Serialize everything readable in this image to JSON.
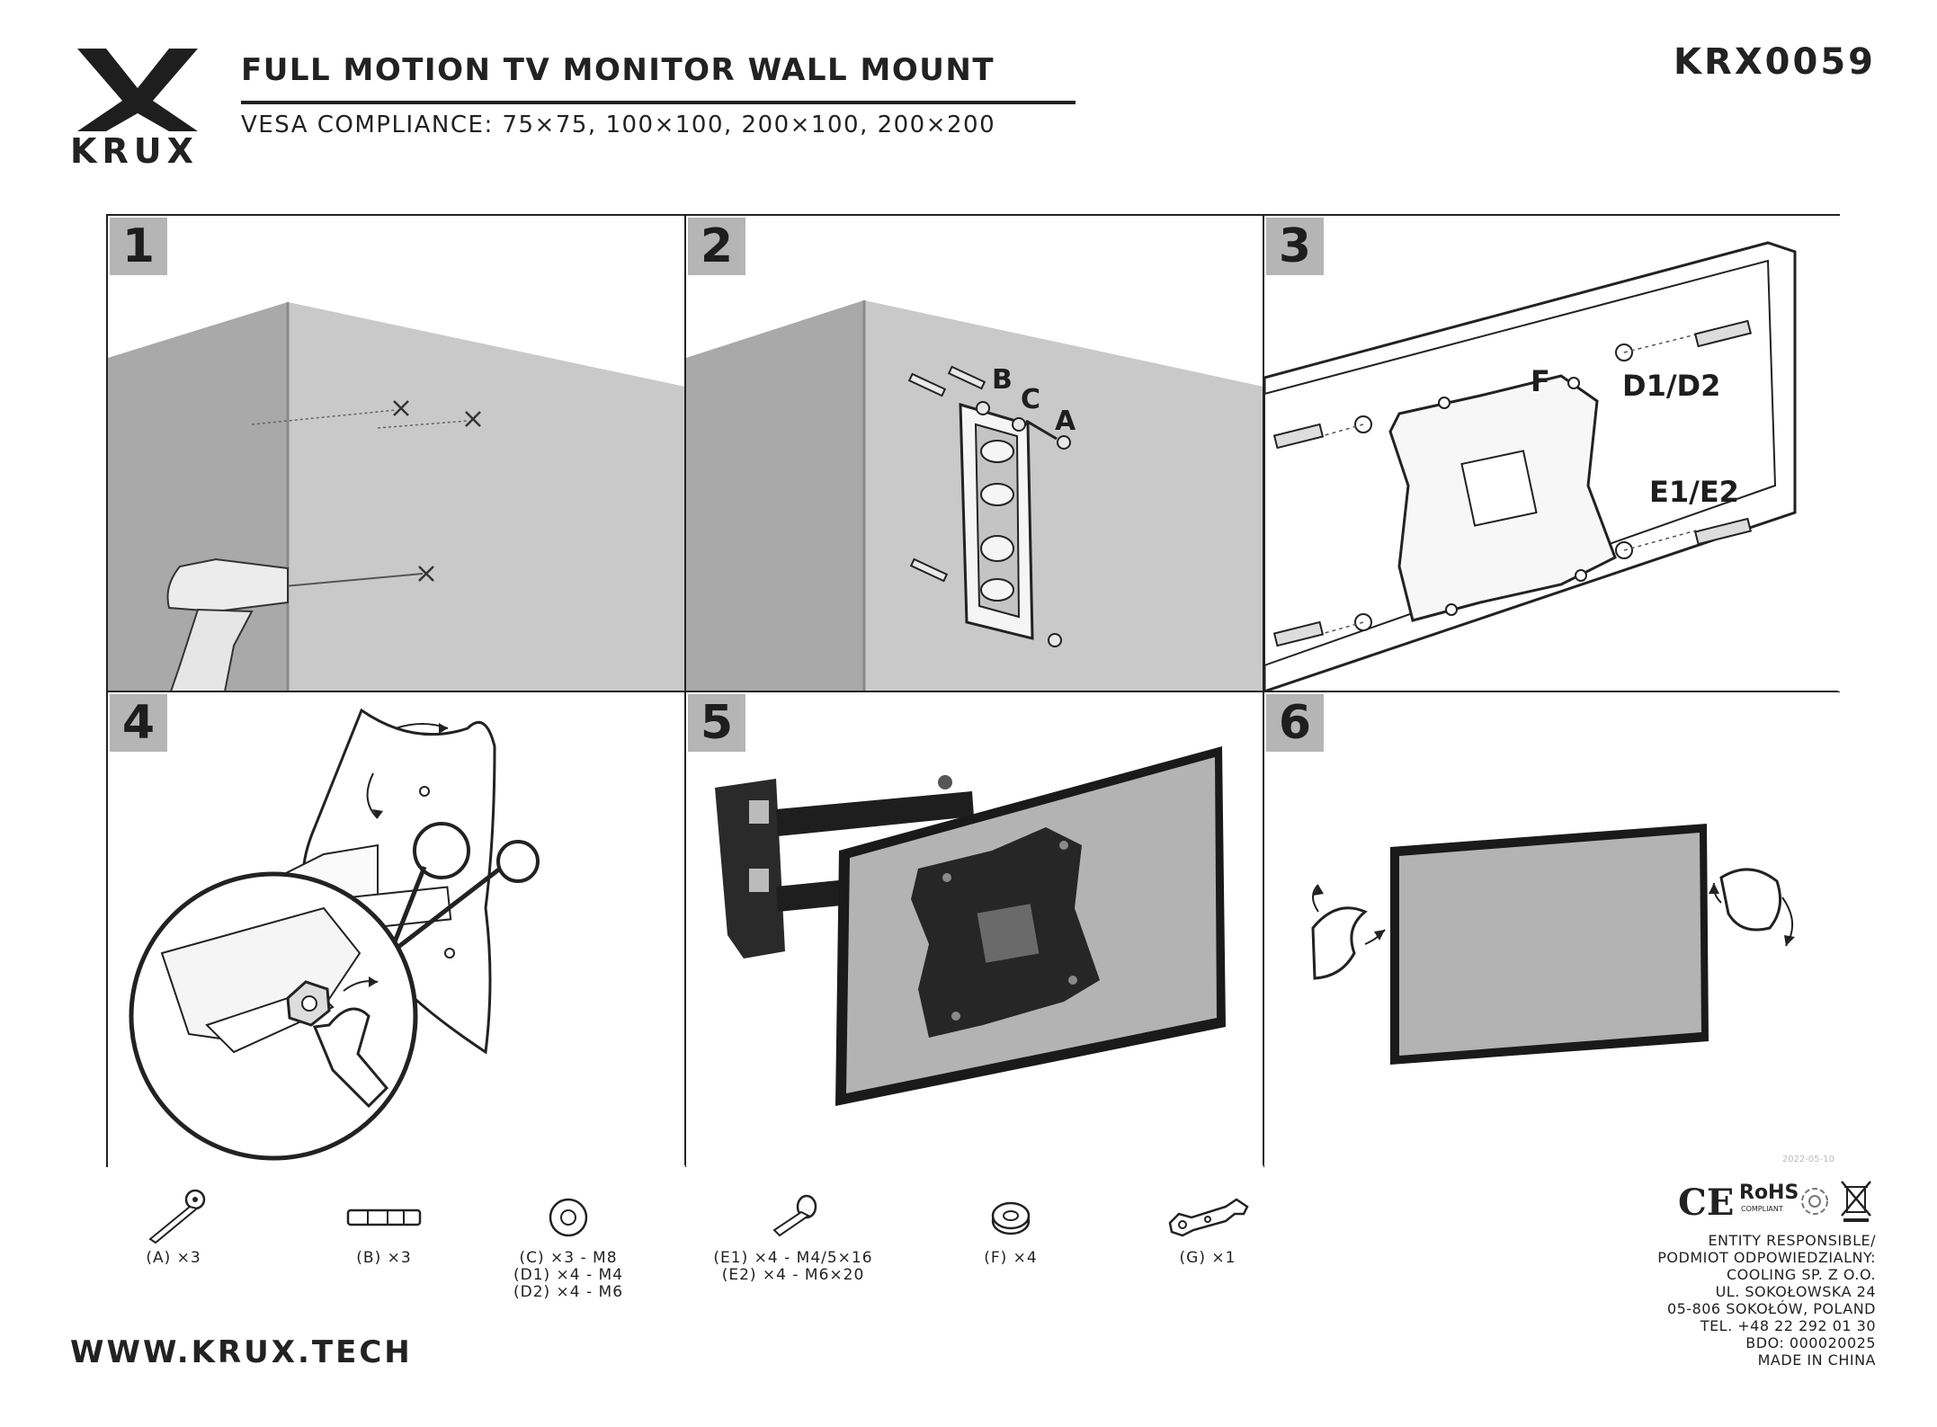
{
  "brand": {
    "name": "KRUX"
  },
  "header": {
    "title": "FULL MOTION TV MONITOR WALL MOUNT",
    "vesa": "VESA COMPLIANCE: 75×75, 100×100, 200×100, 200×200",
    "model": "KRX0059"
  },
  "steps": [
    {
      "number": "1"
    },
    {
      "number": "2",
      "labels": {
        "b": "B",
        "c": "C",
        "a": "A"
      }
    },
    {
      "number": "3",
      "labels": {
        "f": "F",
        "d": "D1/D2",
        "e": "E1/E2"
      }
    },
    {
      "number": "4"
    },
    {
      "number": "5"
    },
    {
      "number": "6"
    }
  ],
  "revision_date": "2022-05-10",
  "parts": [
    {
      "lines": [
        "(A) ×3"
      ],
      "icon": "screw-icon"
    },
    {
      "lines": [
        "(B) ×3"
      ],
      "icon": "wall-anchor-icon"
    },
    {
      "lines": [
        "(C) ×3 - M8",
        "(D1) ×4 - M4",
        "(D2) ×4 - M6"
      ],
      "icon": "washer-icon"
    },
    {
      "lines": [
        "(E1) ×4 - M4/5×16",
        "(E2) ×4 - M6×20"
      ],
      "icon": "bolt-icon"
    },
    {
      "lines": [
        "(F) ×4"
      ],
      "icon": "spacer-icon"
    },
    {
      "lines": [
        "(G) ×1"
      ],
      "icon": "wrench-icon"
    }
  ],
  "footer": {
    "website": "WWW.KRUX.TECH"
  },
  "certifications": {
    "ce": "CE",
    "rohs": "RoHS",
    "rohs_sub": "COMPLIANT"
  },
  "entity": {
    "lines": [
      "ENTITY RESPONSIBLE/",
      "PODMIOT ODPOWIEDZIALNY:",
      "COOLING SP. Z O.O.",
      "UL. SOKOŁOWSKA 24",
      "05-806 SOKOŁÓW, POLAND",
      "TEL. +48 22 292 01 30",
      "BDO: 000020025",
      "MADE IN CHINA"
    ]
  }
}
